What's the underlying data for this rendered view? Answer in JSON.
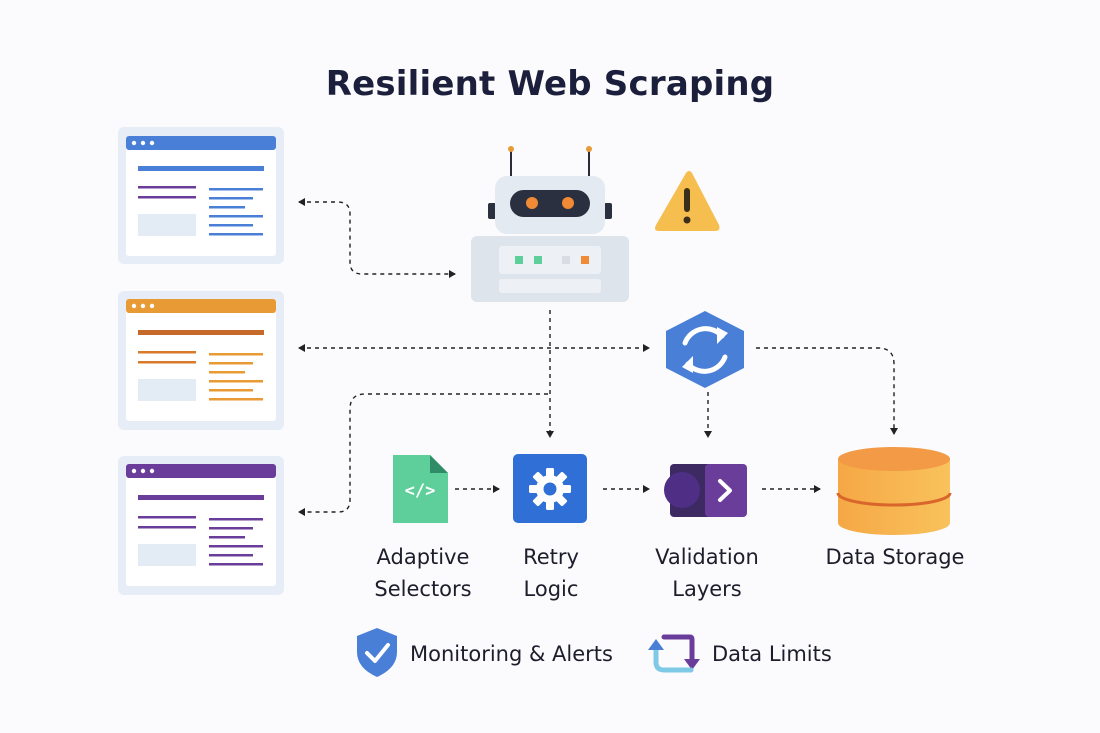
{
  "title": "Resilient Web Scraping",
  "steps": {
    "adaptive_selectors": {
      "line1": "Adaptive",
      "line2": "Selectors"
    },
    "retry_logic": {
      "line1": "Retry",
      "line2": "Logic"
    },
    "validation_layers": {
      "line1": "Validation",
      "line2": "Layers"
    },
    "data_storage": {
      "line1": "Data Storage"
    }
  },
  "legend": {
    "monitoring": "Monitoring & Alerts",
    "data_limits": "Data Limits"
  },
  "icons": {
    "web_pages": [
      "browser-window-icon",
      "browser-window-icon",
      "browser-window-icon"
    ],
    "scraper": "robot-server-icon",
    "warning": "warning-icon",
    "refresh": "refresh-hexagon-icon",
    "code_file": "code-file-icon",
    "settings": "gear-icon",
    "validation": "chevron-right-icon",
    "database": "database-icon",
    "shield": "shield-check-icon",
    "cycle": "cycle-arrows-icon"
  },
  "colors": {
    "blue": "#4a7fd8",
    "orange": "#e89a35",
    "purple": "#6a3d9a",
    "green": "#5ecf9a",
    "warning": "#f6bd4f",
    "storage": "#f7b04d"
  }
}
